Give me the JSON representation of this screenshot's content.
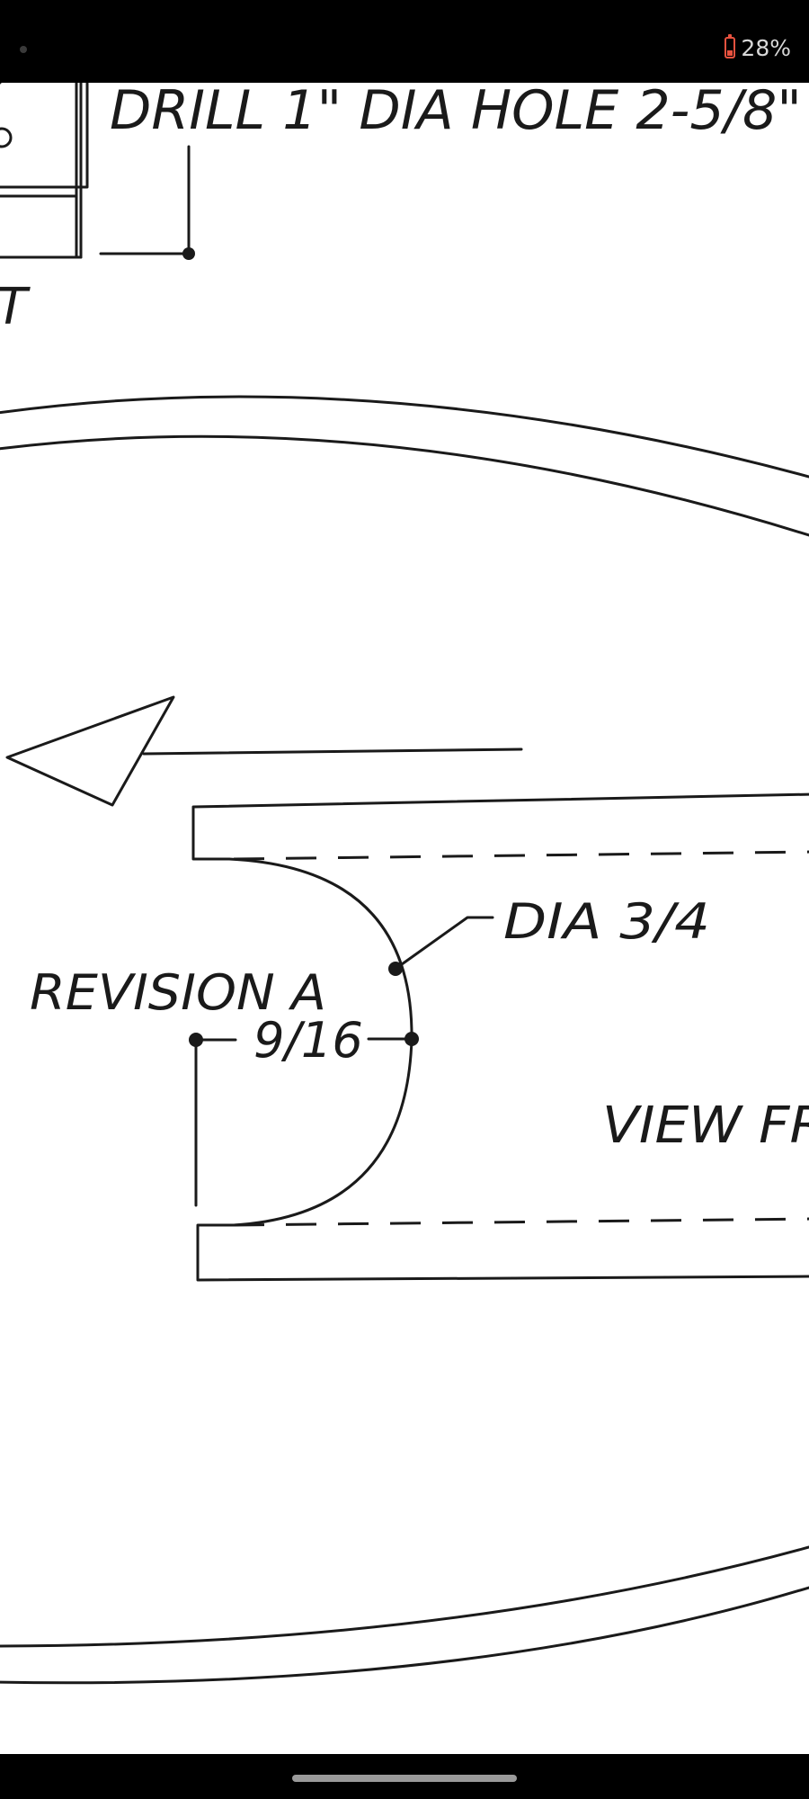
{
  "status_bar": {
    "battery_percent": "28%",
    "battery_color": "#e8523f"
  },
  "drawing": {
    "notes": {
      "drill_note": "DRILL 1\" DIA HOLE 2-5/8\"",
      "cut_letter": "T",
      "diameter_label": "DIA 3/4",
      "revision_label": "REVISION A",
      "depth_dimension": "9/16",
      "view_label": "VIEW FR"
    },
    "icons": {
      "section_arrow": "arrowhead-left-icon"
    }
  },
  "nav_bar": {
    "handle": "home-handle"
  }
}
